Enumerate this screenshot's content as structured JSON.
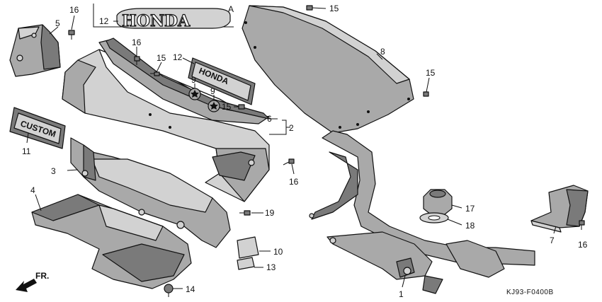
{
  "diagram_code": "KJ93-F0400B",
  "direction_arrow": "FR.",
  "emblems": {
    "honda_top": "HONDA",
    "honda_center": "HONDA",
    "custom": "CUSTOM",
    "suffix_a": "A"
  },
  "callouts": [
    "16",
    "5",
    "12",
    "16",
    "15",
    "12",
    "9",
    "9",
    "15",
    "15",
    "8",
    "15",
    "6",
    "2",
    "11",
    "3",
    "16",
    "4",
    "17",
    "18",
    "19",
    "7",
    "16",
    "10",
    "13",
    "14",
    "1"
  ]
}
